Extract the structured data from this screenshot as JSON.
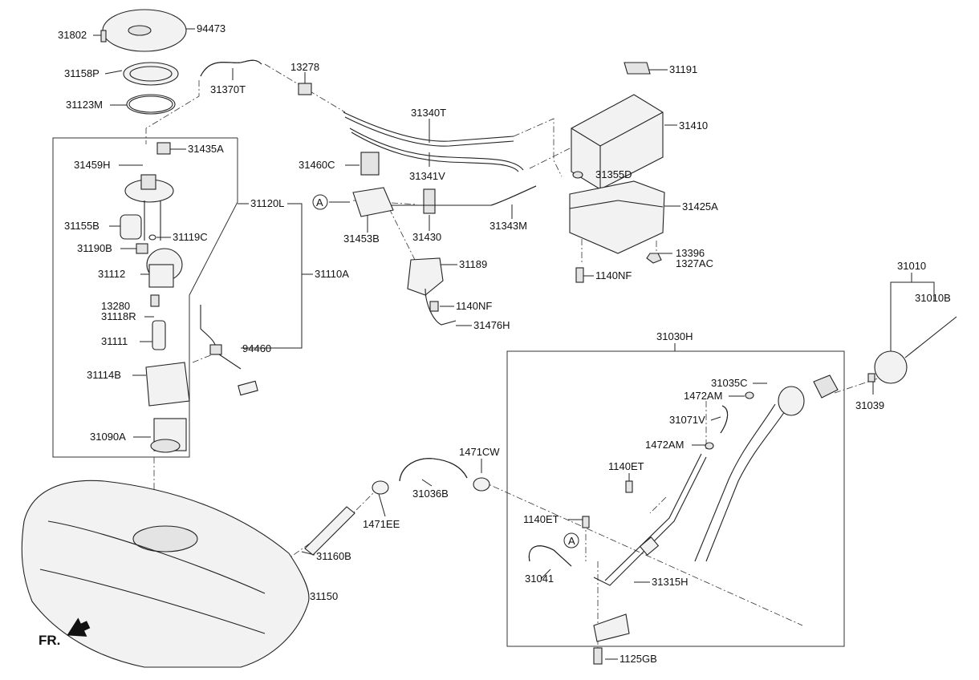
{
  "labels": {
    "l31802": "31802",
    "l94473": "94473",
    "l31158P": "31158P",
    "l31123M": "31123M",
    "l31370T": "31370T",
    "l13278": "13278",
    "l31191": "31191",
    "l31340T": "31340T",
    "l31410": "31410",
    "l31435A": "31435A",
    "l31459H": "31459H",
    "l31460C": "31460C",
    "l31341V": "31341V",
    "l31355D": "31355D",
    "l31120L": "31120L",
    "lA1": "A",
    "l31425A": "31425A",
    "l31155B": "31155B",
    "l31119C": "31119C",
    "l31453B": "31453B",
    "l31430": "31430",
    "l31343M": "31343M",
    "l31190B": "31190B",
    "l13396": "13396",
    "l1327AC": "1327AC",
    "l31189": "31189",
    "l31112": "31112",
    "l31110A": "31110A",
    "l1140NF_a": "1140NF",
    "l31010": "31010",
    "l13280": "13280",
    "l1140NF_b": "1140NF",
    "l31010B": "31010B",
    "l31118R": "31118R",
    "l31476H": "31476H",
    "l31111": "31111",
    "l31030H": "31030H",
    "l94460": "94460",
    "l31114B": "31114B",
    "l31035C": "31035C",
    "l1472AM_a": "1472AM",
    "l31039": "31039",
    "l31071V": "31071V",
    "l31090A": "31090A",
    "l1472AM_b": "1472AM",
    "l1471CW": "1471CW",
    "l1140ET_a": "1140ET",
    "l31036B": "31036B",
    "l1471EE": "1471EE",
    "l1140ET_b": "1140ET",
    "lA2": "A",
    "l31160B": "31160B",
    "l31041": "31041",
    "l31315H": "31315H",
    "l31150": "31150",
    "lFR": "FR.",
    "l1125GB": "1125GB"
  }
}
